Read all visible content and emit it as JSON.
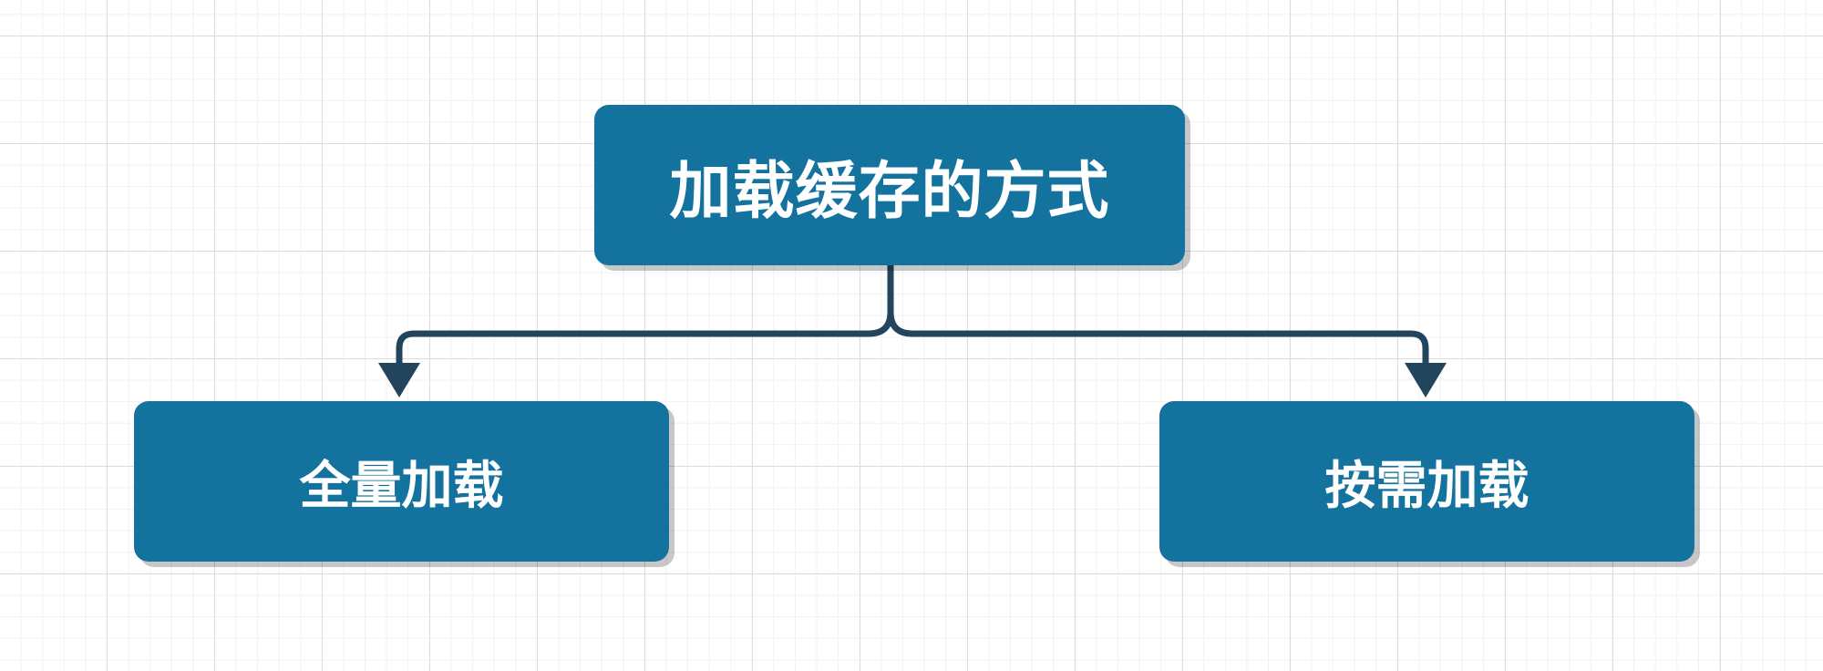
{
  "colors": {
    "node_fill": "#13739e",
    "node_text": "#ffffff",
    "connector": "#23445d"
  },
  "diagram": {
    "root": {
      "label": "加载缓存的方式"
    },
    "children": [
      {
        "label": "全量加载"
      },
      {
        "label": "按需加载"
      }
    ]
  }
}
